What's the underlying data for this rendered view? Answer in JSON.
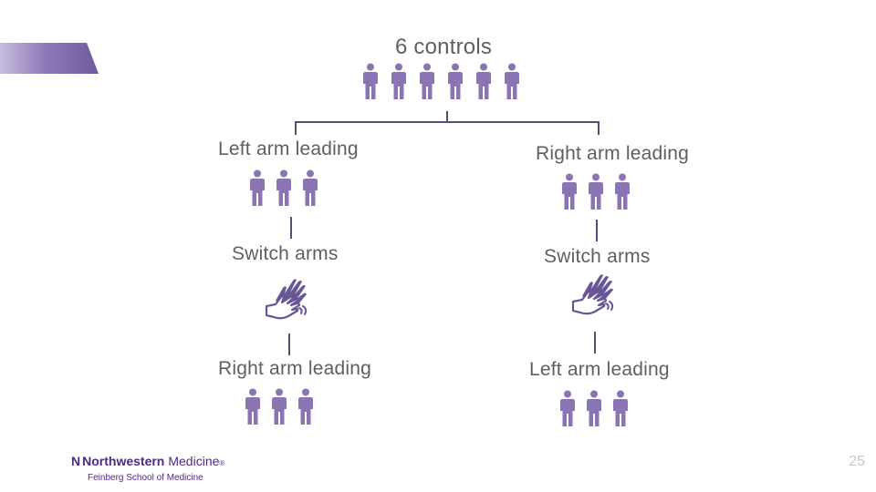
{
  "diagram": {
    "title": "6 controls",
    "left_branch": {
      "top_label": "Left arm leading",
      "middle_label": "Switch arms",
      "bottom_label": "Right arm leading"
    },
    "right_branch": {
      "top_label": "Right arm leading",
      "middle_label": "Switch arms",
      "bottom_label": "Left arm leading"
    },
    "colors": {
      "person": "#8a74b3",
      "connector": "#5a4a7a",
      "hands": "#6a5596"
    },
    "icons": {
      "person": "person-icon",
      "hands": "hands-switch-icon"
    }
  },
  "footer": {
    "logo_mark": "N",
    "logo_bold": "Northwestern",
    "logo_light": "Medicine",
    "logo_reg": "®",
    "logo_sub": "Feinberg School of Medicine",
    "page_number": "25"
  }
}
